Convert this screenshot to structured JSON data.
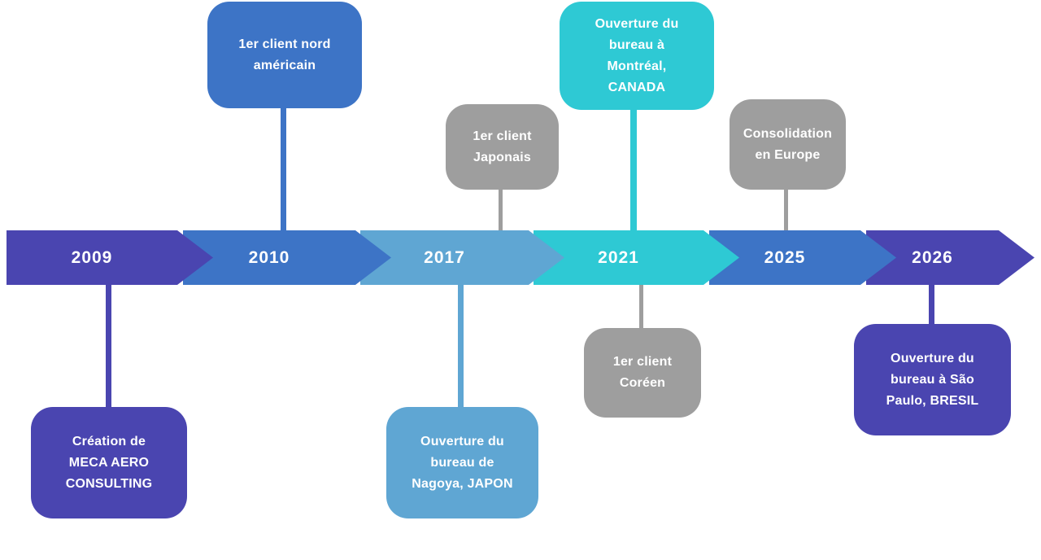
{
  "title": "MECA AERO CONSULTING company history timeline",
  "colors": {
    "purple": "#4a45b0",
    "blue": "#3d74c6",
    "light_blue": "#5fa6d3",
    "teal": "#2ec9d4",
    "gray": "#9e9e9e",
    "text": "#ffffff",
    "background": "#ffffff"
  },
  "timeline": {
    "segments": [
      {
        "year": "2009",
        "color": "#4a45b0"
      },
      {
        "year": "2010",
        "color": "#3d74c6"
      },
      {
        "year": "2017",
        "color": "#5fa6d3"
      },
      {
        "year": "2021",
        "color": "#2ec9d4"
      },
      {
        "year": "2025",
        "color": "#3d74c6"
      },
      {
        "year": "2026",
        "color": "#4a45b0"
      }
    ],
    "events": [
      {
        "year": "2009",
        "position": "below",
        "color": "#4a45b0",
        "label": "Création de\nMECA AERO\nCONSULTING"
      },
      {
        "year": "2010",
        "position": "above",
        "color": "#3d74c6",
        "label": "1er client nord\naméricain"
      },
      {
        "year": "2017",
        "position": "above",
        "color": "#9e9e9e",
        "label": "1er client\nJaponais"
      },
      {
        "year": "2017",
        "position": "below",
        "color": "#5fa6d3",
        "label": "Ouverture du\nbureau de\nNagoya, JAPON"
      },
      {
        "year": "2021",
        "position": "above",
        "color": "#2ec9d4",
        "label": "Ouverture du\nbureau à\nMontréal,\nCANADA"
      },
      {
        "year": "2021",
        "position": "below",
        "color": "#9e9e9e",
        "label": "1er client\nCoréen"
      },
      {
        "year": "2025",
        "position": "above",
        "color": "#9e9e9e",
        "label": "Consolidation\nen Europe"
      },
      {
        "year": "2026",
        "position": "below",
        "color": "#4a45b0",
        "label": "Ouverture du\nbureau à São\nPaulo, BRESIL"
      }
    ]
  }
}
